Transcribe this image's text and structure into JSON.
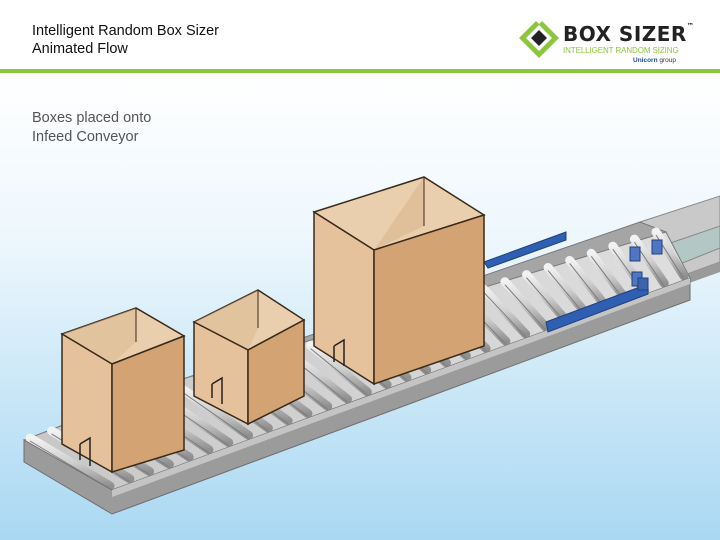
{
  "header": {
    "title": "Intelligent Random Box Sizer",
    "subtitle": "Animated Flow"
  },
  "logo": {
    "name": "BOX SIZER",
    "trademark": "™",
    "tagline": "INTELLIGENT RANDOM SIZING",
    "group_brand": "Unicorn",
    "group_suffix": " group"
  },
  "scene": {
    "caption_line1": "Boxes placed onto",
    "caption_line2": "Infeed Conveyor"
  },
  "colors": {
    "accent_green": "#8cc63f",
    "box_front": "#d4a373",
    "box_side": "#e6c29c",
    "box_inside": "#e9cfae",
    "conveyor_frame": "#8e8e8e",
    "guide_rail": "#2f5fb3",
    "sky_blue": "#a9d8f2"
  },
  "icons": {
    "logo_mark": "diamond-logo-icon"
  }
}
